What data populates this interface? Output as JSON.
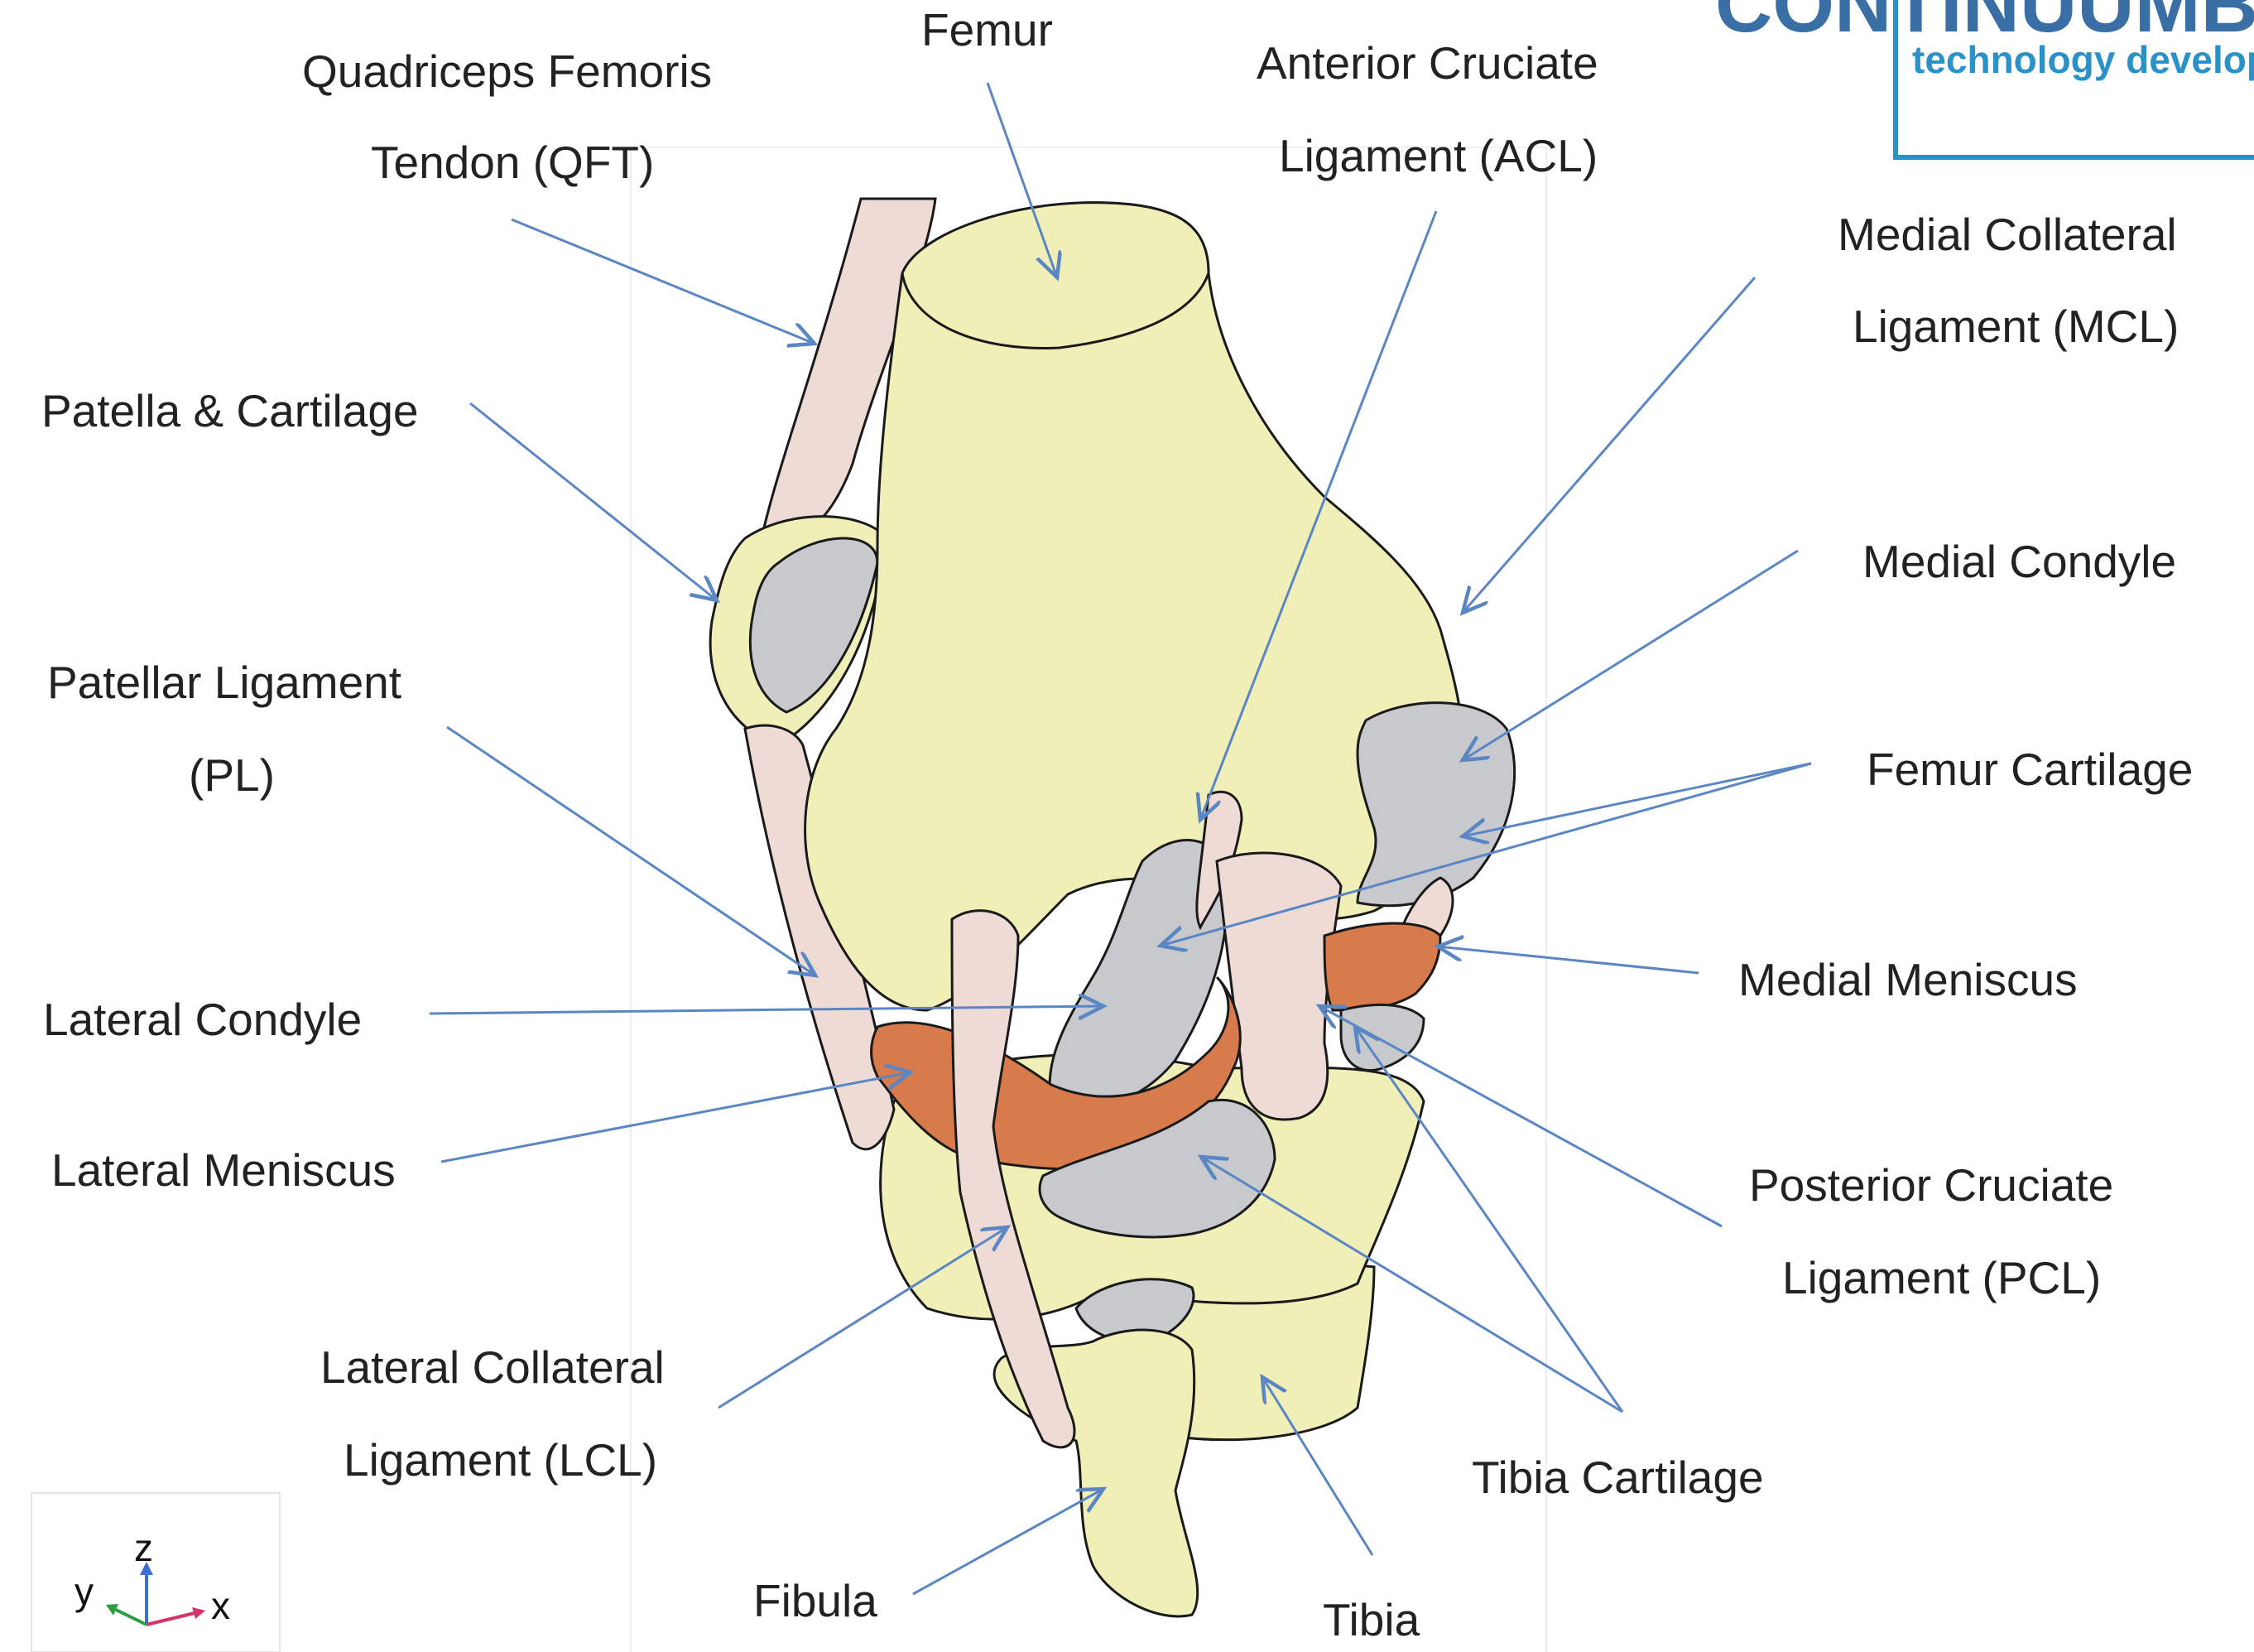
{
  "logo": {
    "main_text": "CONTINUUMBLUE",
    "sub_text": "technology development"
  },
  "axes_triad": {
    "x_label": "x",
    "y_label": "y",
    "z_label": "z"
  },
  "labels": {
    "femur": "Femur",
    "qft_line1": "Quadriceps Femoris",
    "qft_line2": "Tendon (QFT)",
    "acl_line1": "Anterior Cruciate",
    "acl_line2": "Ligament (ACL)",
    "mcl_line1": "Medial Collateral",
    "mcl_line2": "Ligament (MCL)",
    "patella": "Patella & Cartilage",
    "medial_condyle": "Medial Condyle",
    "pl_line1": "Patellar Ligament",
    "pl_line2": "(PL)",
    "femur_cartilage": "Femur Cartilage",
    "lateral_condyle": "Lateral Condyle",
    "medial_meniscus": "Medial Meniscus",
    "lateral_meniscus": "Lateral Meniscus",
    "pcl_line1": "Posterior Cruciate",
    "pcl_line2": "Ligament (PCL)",
    "lcl_line1": "Lateral Collateral",
    "lcl_line2": "Ligament (LCL)",
    "tibia_cartilage": "Tibia Cartilage",
    "fibula": "Fibula",
    "tibia": "Tibia"
  },
  "colors": {
    "bone": "#f0efb8",
    "cartilage": "#c7c9cc",
    "ligament": "#eedbd6",
    "meniscus": "#d77a4c",
    "leader_lines": "#5b86c4",
    "logo": "#3a6fa6"
  }
}
